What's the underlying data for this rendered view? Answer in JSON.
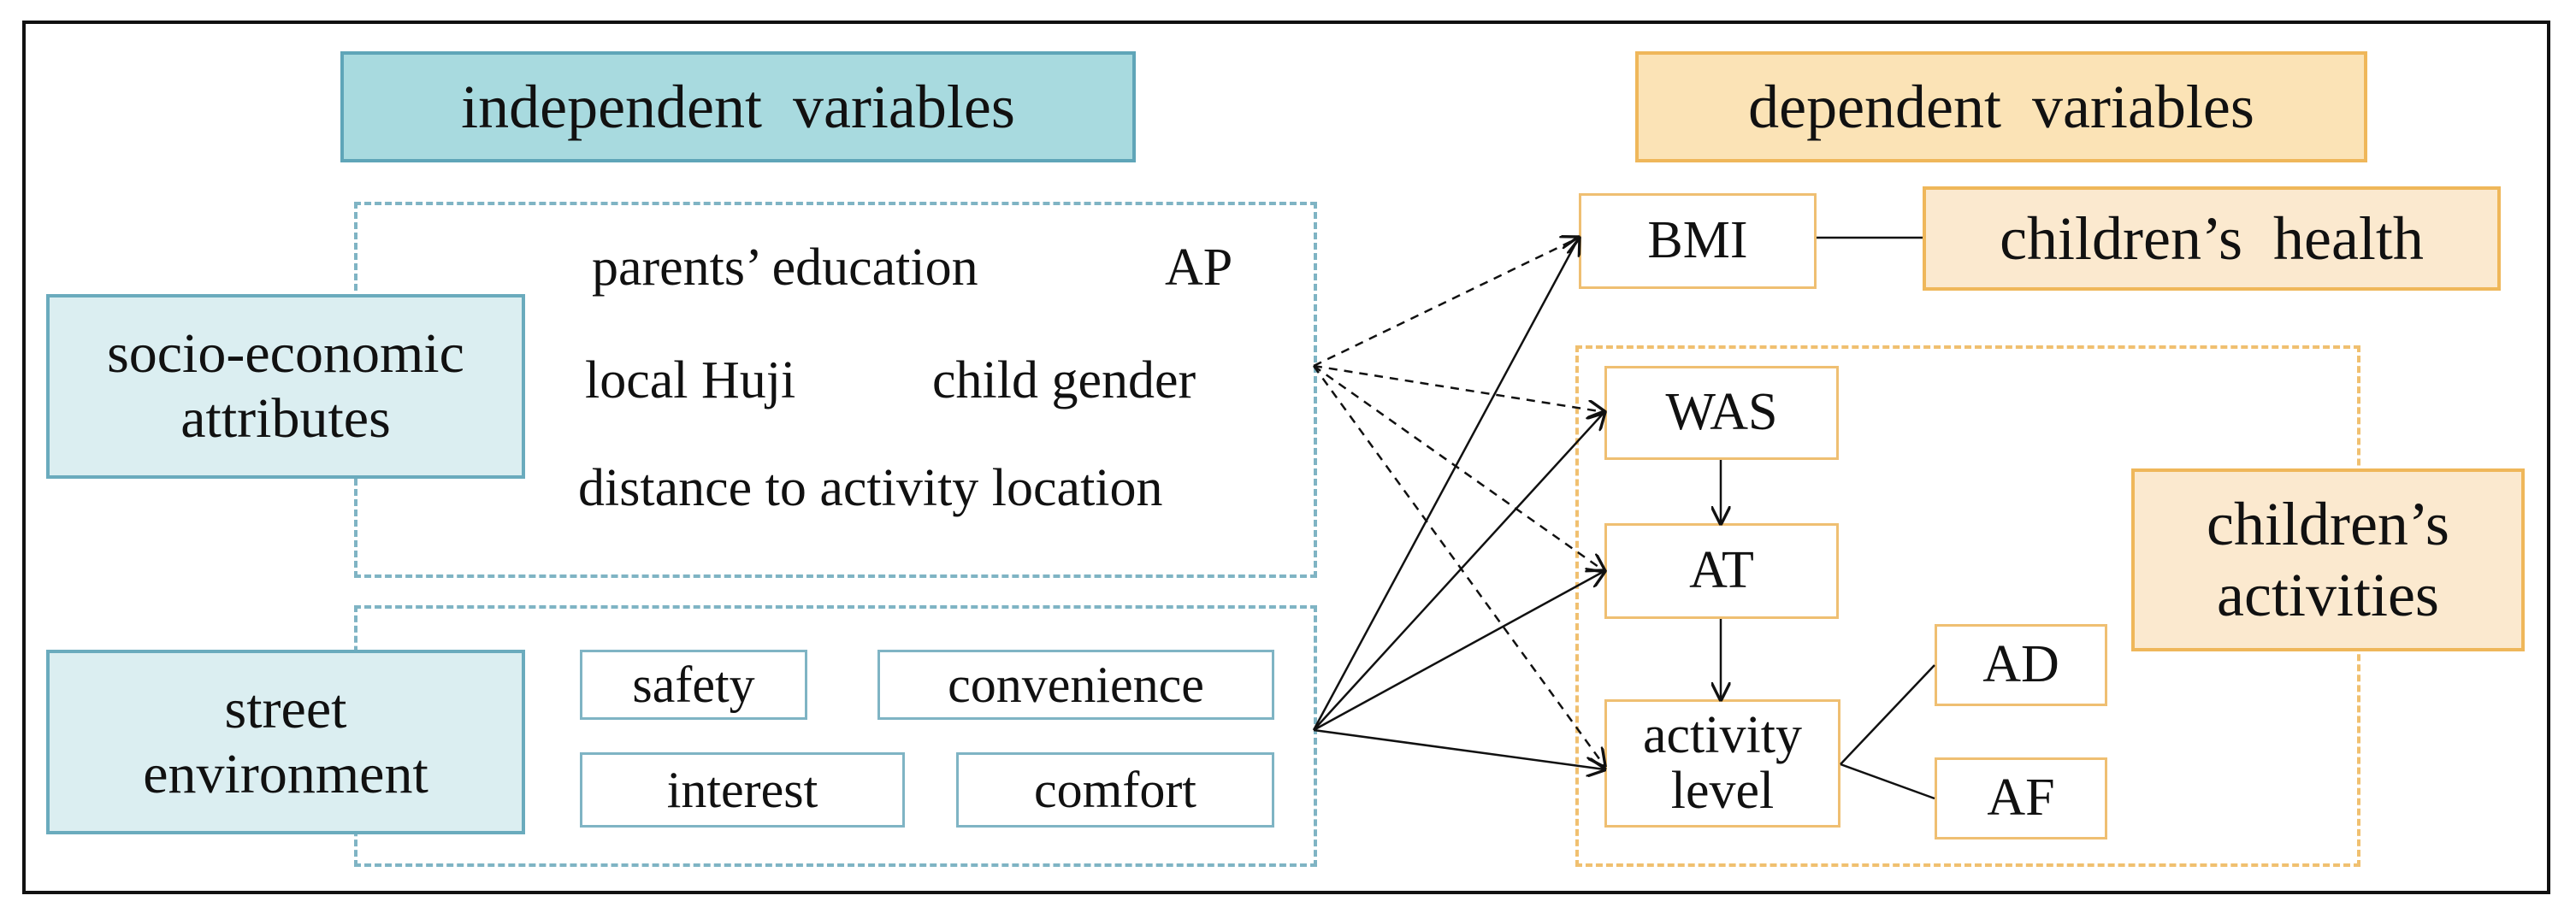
{
  "headers": {
    "independent": "independent  variables",
    "dependent": "dependent  variables"
  },
  "groups": {
    "socio_economic": {
      "line1": "socio-economic",
      "line2": "attributes"
    },
    "street_environment": {
      "line1": "street",
      "line2": "environment"
    },
    "childrens_health": "children’s  health",
    "childrens_activities": {
      "line1": "children’s",
      "line2": "activities"
    }
  },
  "socio_items": {
    "parents_education": "parents’ education",
    "ap": "AP",
    "local_huji": "local Huji",
    "child_gender": "child gender",
    "distance": "distance to activity location"
  },
  "street_items": {
    "safety": "safety",
    "convenience": "convenience",
    "interest": "interest",
    "comfort": "comfort"
  },
  "outcomes": {
    "bmi": "BMI",
    "was": "WAS",
    "at": "AT",
    "activity_level": {
      "line1": "activity",
      "line2": "level"
    },
    "ad": "AD",
    "af": "AF"
  },
  "colors": {
    "teal_fill": "#a8dadf",
    "teal_border": "#5fa5b8",
    "orange_fill": "#fbe3b6",
    "orange_border": "#efb75a"
  }
}
